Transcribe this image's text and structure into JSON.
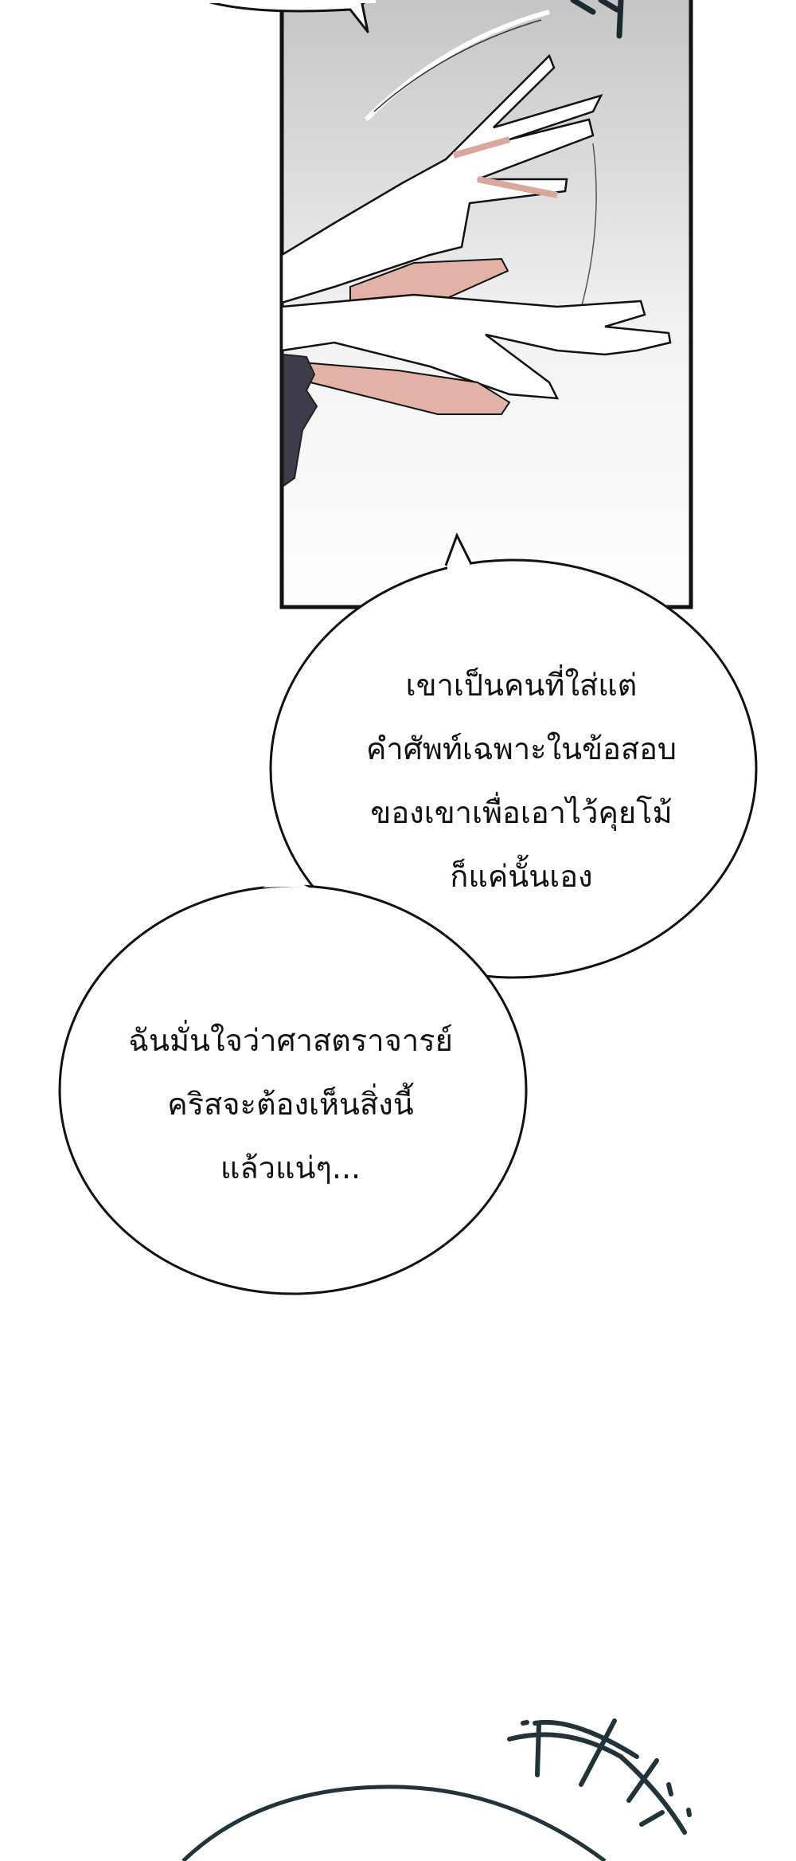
{
  "comic": {
    "panel": {
      "background_top": "#c4c4c6",
      "background_bottom": "#ffffff",
      "border_color": "#111111"
    },
    "bubbles": [
      {
        "lines": [
          "เขาเป็นคนที่ใส่แต่",
          "คำศัพท์เฉพาะในข้อสอบ",
          "ของเขาเพื่อเอาไว้คุยโม้",
          "ก็แค่นั้นเอง"
        ]
      },
      {
        "lines": [
          "ฉันมั่นใจว่าศาสตราจารย์",
          "คริสจะต้องเห็นสิ่งนี้",
          "แล้วแน่ๆ..."
        ]
      }
    ],
    "sfx_color": "#22343a",
    "skin_color": "#e2b2a6",
    "sleeve_color": "#3c3c4a"
  }
}
